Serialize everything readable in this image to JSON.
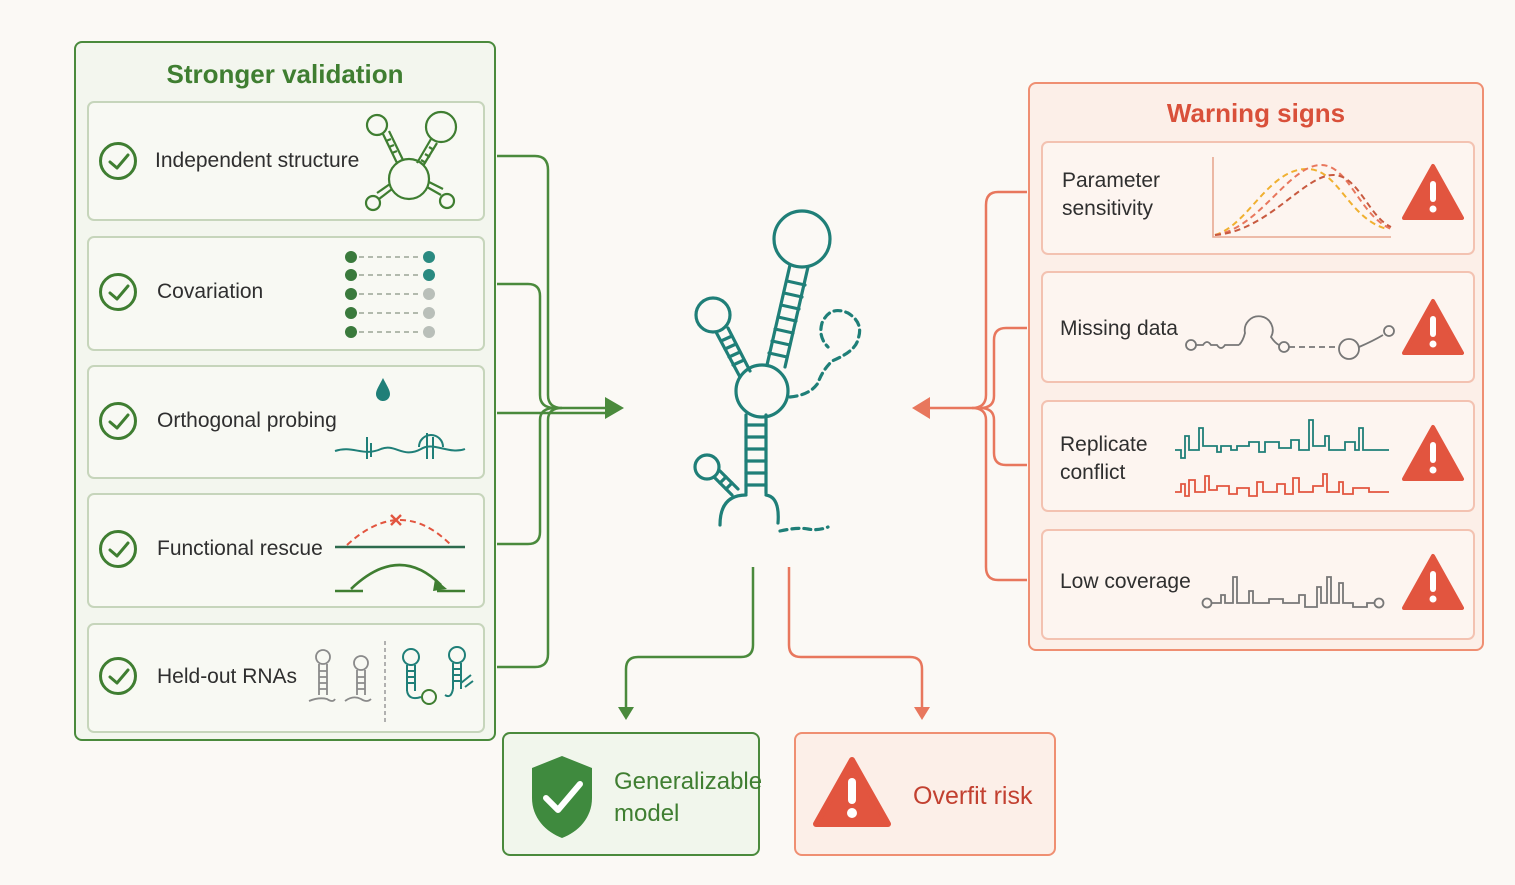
{
  "validation": {
    "title": "Stronger validation",
    "items": [
      {
        "label": "Independent structure"
      },
      {
        "label": "Covariation"
      },
      {
        "label": "Orthogonal probing"
      },
      {
        "label": "Functional rescue"
      },
      {
        "label": "Held-out RNAs"
      }
    ]
  },
  "warnings": {
    "title": "Warning signs",
    "items": [
      {
        "label": "Parameter\nsensitivity"
      },
      {
        "label": "Missing data"
      },
      {
        "label": "Replicate\nconflict"
      },
      {
        "label": "Low coverage"
      }
    ]
  },
  "outcomes": {
    "good_line1": "Generalizable",
    "good_line2": "model",
    "bad": "Overfit risk"
  },
  "colors": {
    "green": "#3f7e31",
    "teal": "#1f7f78",
    "red": "#e2553f",
    "orange": "#ef8f72"
  },
  "icons": [
    "check-icon",
    "warning-icon",
    "shield-check-icon",
    "water-drop-icon",
    "rna-structure-icon"
  ]
}
